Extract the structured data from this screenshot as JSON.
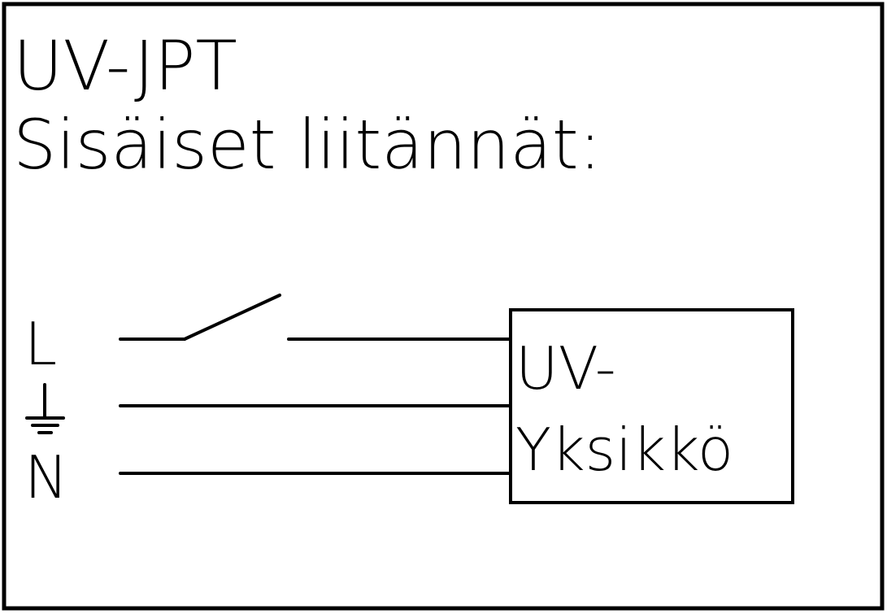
{
  "title": {
    "line1": "UV-JPT",
    "line2": "Sisäiset liitännät:"
  },
  "terminals": [
    {
      "id": "L",
      "label": "L",
      "type": "phase",
      "switched": true
    },
    {
      "id": "PE",
      "label": "",
      "type": "protective-earth",
      "icon": "ground-icon",
      "switched": false
    },
    {
      "id": "N",
      "label": "N",
      "type": "neutral",
      "switched": false
    }
  ],
  "unit": {
    "line1": "UV-",
    "line2": "Yksikkö"
  },
  "colors": {
    "line": "#000000",
    "background": "#ffffff"
  }
}
